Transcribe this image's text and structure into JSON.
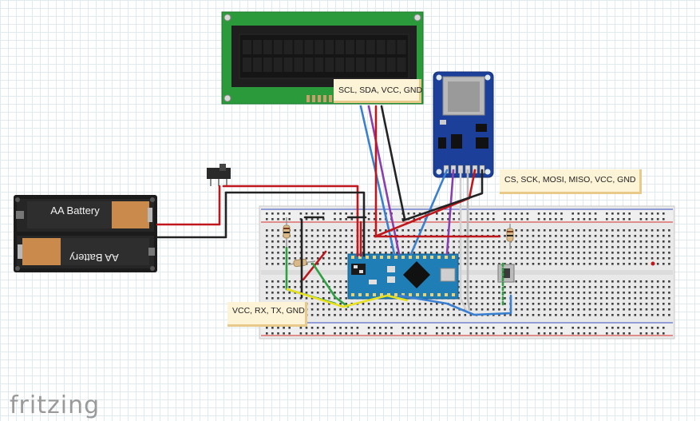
{
  "notes": {
    "lcd": "SCL, SDA, VCC, GND",
    "sd": "CS, SCK, MOSI, MISO, VCC, GND",
    "nano": "VCC, RX, TX, GND"
  },
  "battery": {
    "top_label": "AA Battery",
    "bottom_label": "AA Battery"
  },
  "logo": "fritzing",
  "colors": {
    "wire_red": "#c0171c",
    "wire_black": "#222222",
    "wire_blue": "#3a7fd0",
    "wire_purple": "#8a3fb0",
    "wire_green": "#2fa043",
    "wire_yellow": "#e8e020",
    "lcd_pcb": "#2a9a3a",
    "nano_pcb": "#1f7eb5",
    "sd_pcb": "#1c3f9a",
    "note_fill": "#fdf3d6"
  }
}
